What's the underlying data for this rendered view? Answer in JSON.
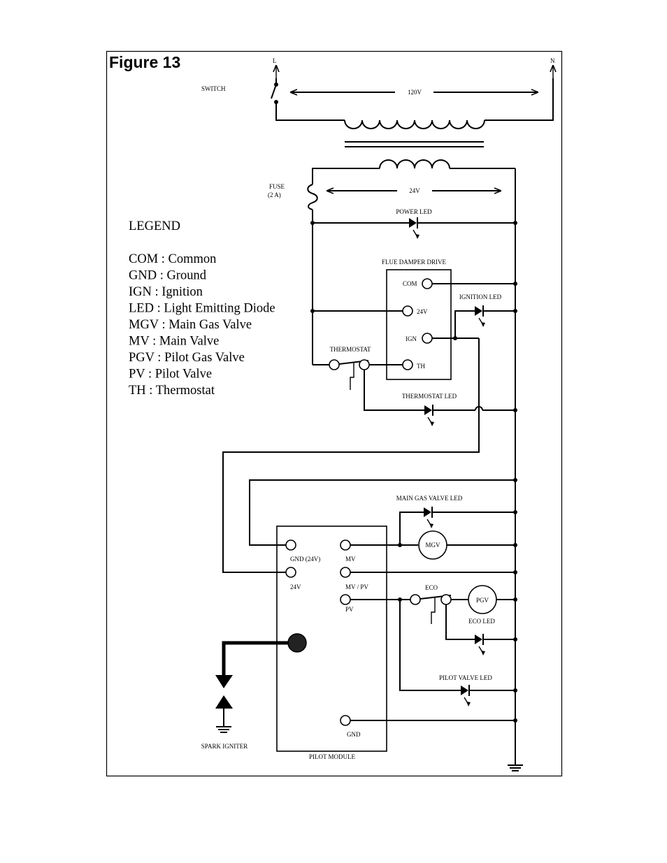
{
  "figure_title": "Figure 13",
  "labels": {
    "line": "L",
    "neutral": "N",
    "switch": "SWITCH",
    "v120": "120V",
    "fuse": "FUSE",
    "fuse_rating": "(2 A)",
    "v24": "24V",
    "power_led": "POWER LED",
    "flue_damper_drive": "FLUE DAMPER DRIVE",
    "fdd_com": "COM",
    "fdd_24v": "24V",
    "fdd_ign": "IGN",
    "fdd_th": "TH",
    "ignition_led": "IGNITION LED",
    "thermostat": "THERMOSTAT",
    "thermostat_led": "THERMOSTAT LED",
    "main_gas_valve_led": "MAIN GAS VALVE LED",
    "mgv": "MGV",
    "gnd_24v": "GND (24V)",
    "pm_24v": "24V",
    "mv": "MV",
    "mv_pv": "MV / PV",
    "pv": "PV",
    "eco": "ECO",
    "pgv": "PGV",
    "eco_led": "ECO LED",
    "pilot_valve_led": "PILOT VALVE LED",
    "gnd": "GND",
    "spark_igniter": "SPARK IGNITER",
    "pilot_module": "PILOT MODULE"
  },
  "legend": {
    "title": "LEGEND",
    "items": [
      "COM : Common",
      "GND : Ground",
      "IGN : Ignition",
      "LED : Light Emitting Diode",
      "MGV : Main Gas Valve",
      "MV : Main Valve",
      "PGV : Pilot Gas Valve",
      "PV : Pilot Valve",
      "TH : Thermostat"
    ]
  }
}
